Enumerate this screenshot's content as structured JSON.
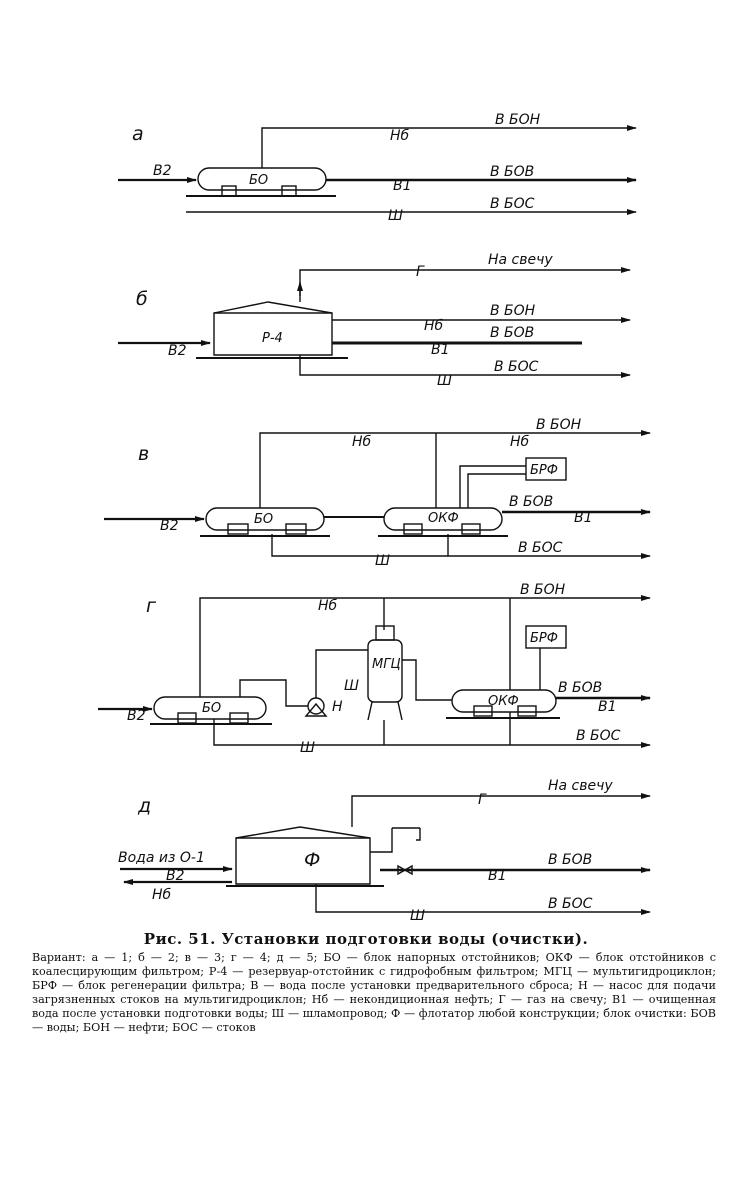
{
  "panels": {
    "a": {
      "variant": "а",
      "unit": "БО",
      "inlet": "В2",
      "outlets": [
        {
          "code": "Нб",
          "dest": "В БОН"
        },
        {
          "code": "В1",
          "dest": "В БОВ"
        },
        {
          "code": "Ш",
          "dest": "В БОС"
        }
      ]
    },
    "b": {
      "variant": "б",
      "unit": "Р-4",
      "inlet": "В2",
      "outlets": [
        {
          "code": "Г",
          "dest": "На свечу"
        },
        {
          "code": "Нб",
          "dest": "В БОН"
        },
        {
          "code": "В1",
          "dest": "В БОВ"
        },
        {
          "code": "Ш",
          "dest": "В БОС"
        }
      ]
    },
    "v": {
      "variant": "в",
      "units": [
        "БО",
        "ОКФ",
        "БРФ"
      ],
      "inlet": "В2",
      "outlets": [
        {
          "code": "Нб",
          "dest": "В БОН"
        },
        {
          "code": "В1",
          "dest": "В БОВ"
        },
        {
          "code": "Ш",
          "dest": "В БОС"
        }
      ]
    },
    "g": {
      "variant": "г",
      "units": [
        "БО",
        "Н",
        "МГЦ",
        "ОКФ",
        "БРФ"
      ],
      "inlet": "В2",
      "sludge_label": "Ш",
      "outlets": [
        {
          "code": "Нб",
          "dest": "В БОН"
        },
        {
          "code": "В1",
          "dest": "В БОВ"
        },
        {
          "code": "Ш",
          "dest": "В БОС"
        }
      ]
    },
    "d": {
      "variant": "д",
      "unit": "Ф",
      "inlet_note": "Вода из О-1",
      "inlet": "В2",
      "return": "Нб",
      "outlets": [
        {
          "code": "Г",
          "dest": "На свечу"
        },
        {
          "code": "В1",
          "dest": "В БОВ"
        },
        {
          "code": "Ш",
          "dest": "В БОС"
        }
      ]
    }
  },
  "caption": "Рис. 51. Установки подготовки воды (очистки).",
  "legend": "Вариант: а — 1; б — 2; в — 3; г — 4; д — 5; БО — блок напорных отстойников; ОКФ — блок отстойников с коалесцирующим фильтром; Р-4 — резервуар-отстойник с гидрофобным фильтром; МГЦ — мультигидроциклон; БРФ — блок регенерации фильтра; В — вода после установки предварительного сброса; Н — насос для подачи загрязненных стоков на мультигидроциклон; Нб — некондиционная нефть; Г — газ на свечу; В1 — очищенная вода после установки подготовки воды; Ш — шламопровод; Ф — флотатор любой конструкции; блок очистки: БОВ — воды; БОН — нефти; БОС — стоков"
}
